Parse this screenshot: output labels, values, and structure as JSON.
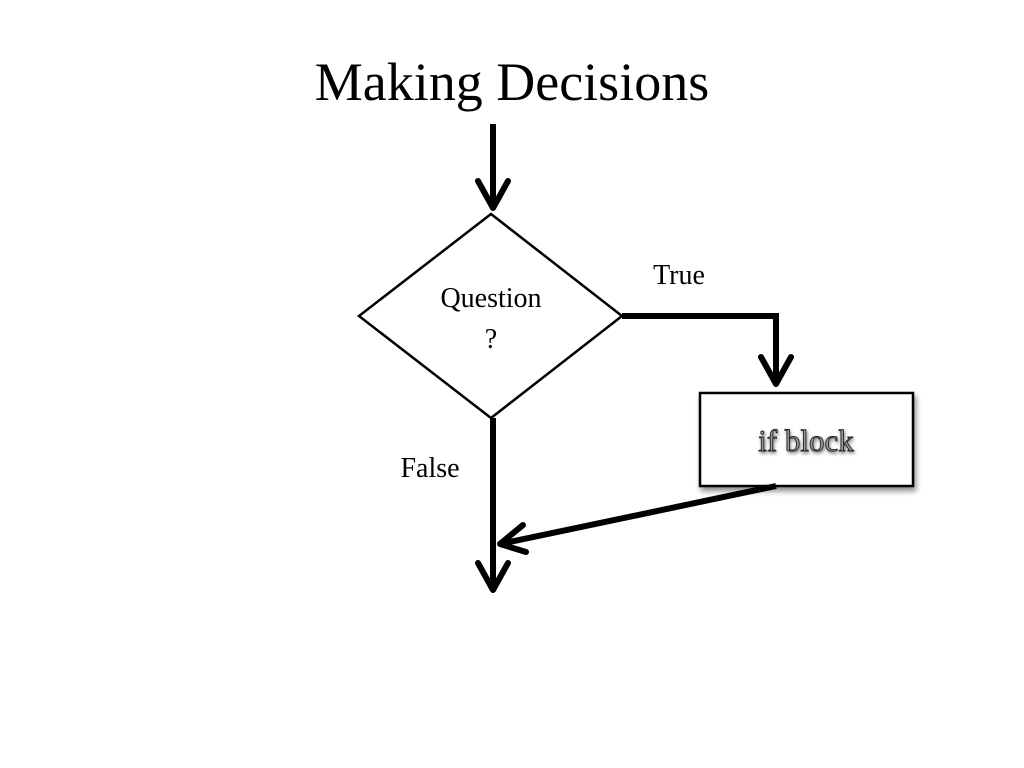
{
  "slide": {
    "title": "Making Decisions"
  },
  "flowchart": {
    "decision": {
      "line1": "Question",
      "line2": "?"
    },
    "process": {
      "label": "if block"
    },
    "edges": {
      "true_label": "True",
      "false_label": "False"
    }
  }
}
